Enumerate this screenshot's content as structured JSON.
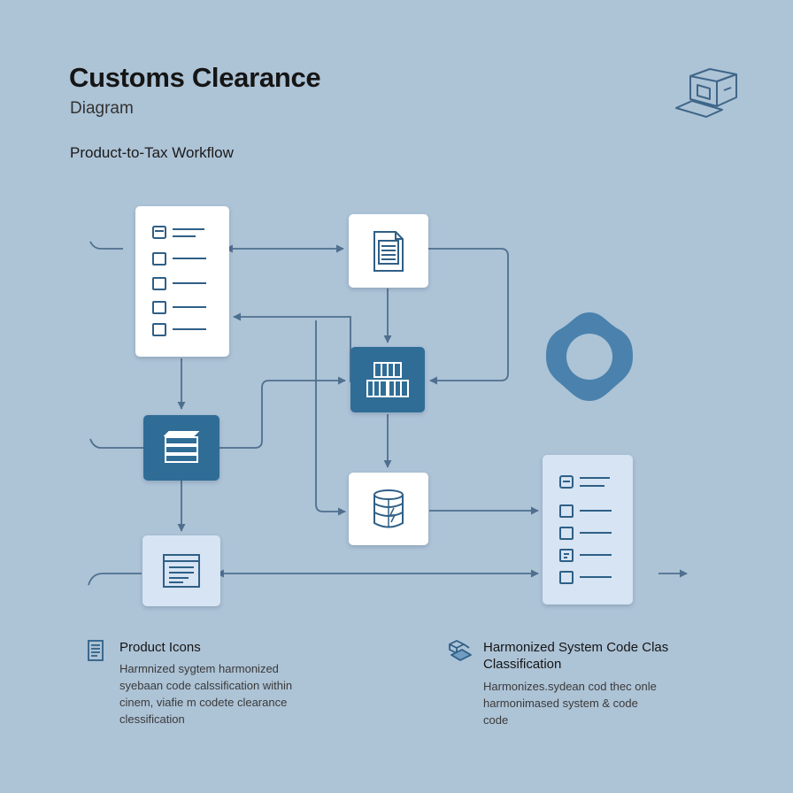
{
  "header": {
    "title": "Customs Clearance",
    "subtitle": "Diagram",
    "workflow_label": "Product-to-Tax Workflow"
  },
  "legend": {
    "left": {
      "title": "Product Icons",
      "description": "Harmnized sygtem harmonized\nsyebaan code calssification within\ncinem, viafie m codete clearance\nclessification"
    },
    "right": {
      "title": "Harmonized System Code  Clas\nClassification",
      "description": "Harmonizes.sydean cod thec onle\nharmonimased system & code\ncode"
    }
  },
  "colors": {
    "background": "#adc3d6",
    "accent_blue": "#2f6d97",
    "wire": "#4f6f8f",
    "node_white": "#ffffff",
    "node_pale": "#d6e4f3"
  },
  "icons": {
    "top_right": "open-box-icon",
    "circle_shape": "rounded-ring-icon",
    "legend_left": "document-icon",
    "legend_right": "package-stack-icon"
  }
}
